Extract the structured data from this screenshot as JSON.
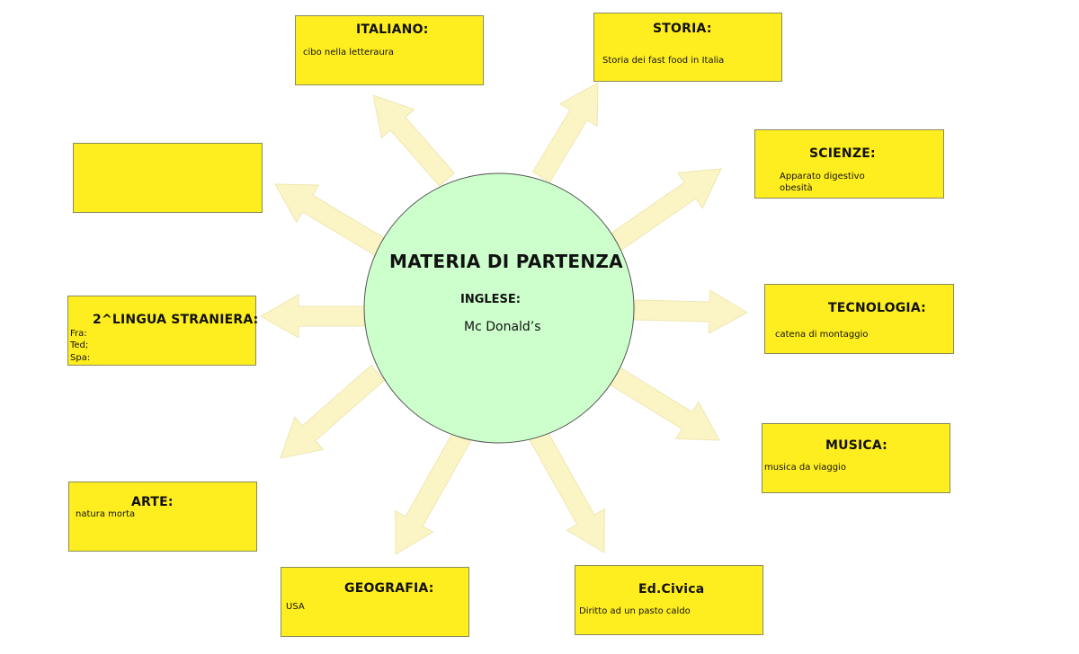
{
  "colors": {
    "box_fill": "#ffee1f",
    "arrow_fill": "#fbf4c4",
    "arrow_stroke": "#efe7b2",
    "circle_fill": "#ccffcc",
    "circle_stroke": "#555555"
  },
  "center": {
    "title": "MATERIA DI PARTENZA",
    "subject": "INGLESE:",
    "topic": "Mc Donald’s"
  },
  "boxes": {
    "italiano": {
      "title": "ITALIANO:",
      "text": "cibo nella letteraura"
    },
    "storia": {
      "title": "STORIA:",
      "text": "Storia dei fast food in Italia"
    },
    "scienze": {
      "title": "SCIENZE:",
      "line1": "Apparato digestivo",
      "line2": "obesità"
    },
    "tecnologia": {
      "title": "TECNOLOGIA:",
      "text": "catena di montaggio"
    },
    "musica": {
      "title": "MUSICA:",
      "text": "musica da viaggio"
    },
    "edcivica": {
      "title": "Ed.Civica",
      "text": "Diritto ad un pasto caldo"
    },
    "geografia": {
      "title": "GEOGRAFIA:",
      "text": "USA"
    },
    "arte": {
      "title": "ARTE:",
      "text": "natura morta"
    },
    "lingua": {
      "title": "2^LINGUA STRANIERA:",
      "line1": "Fra:",
      "line2": "Ted;",
      "line3": "Spa:"
    }
  }
}
